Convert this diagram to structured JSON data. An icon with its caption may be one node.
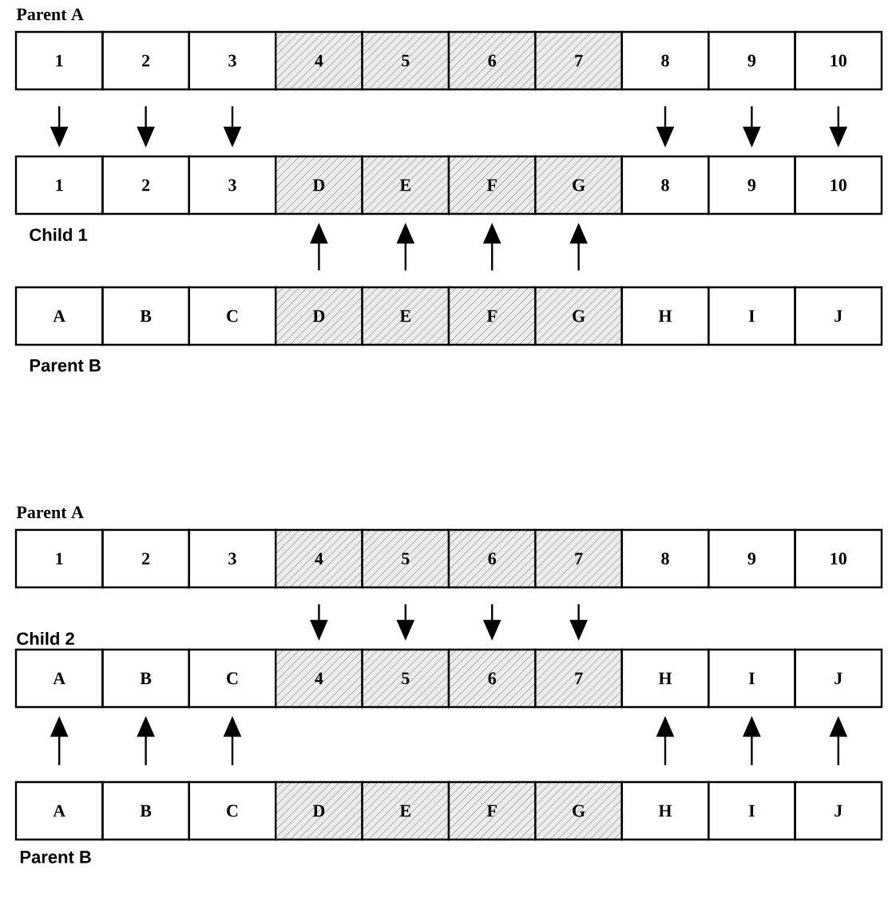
{
  "diagram": {
    "nodes": [
      {
        "text": [
          "1"
        ]
      },
      {
        "text": [
          "2"
        ]
      },
      {
        "text": [
          "3"
        ]
      },
      {
        "text": [
          "4"
        ]
      },
      {
        "text": [
          "5"
        ]
      },
      {
        "text": [
          "6"
        ]
      },
      {
        "text": [
          "7"
        ]
      },
      {
        "text": [
          "8"
        ]
      },
      {
        "text": [
          "9"
        ]
      },
      {
        "text": [
          "10"
        ]
      },
      {
        "text": [
          "1"
        ]
      },
      {
        "text": [
          "2"
        ]
      },
      {
        "text": [
          "3"
        ]
      },
      {
        "text": [
          "D"
        ]
      },
      {
        "text": [
          "E"
        ]
      },
      {
        "text": [
          "F"
        ]
      },
      {
        "text": [
          "G"
        ]
      },
      {
        "text": [
          "8"
        ]
      },
      {
        "text": [
          "9"
        ]
      },
      {
        "text": [
          "10"
        ]
      },
      {
        "text": [
          "A"
        ]
      },
      {
        "text": [
          "B"
        ]
      },
      {
        "text": [
          "C"
        ]
      },
      {
        "text": [
          "D"
        ]
      },
      {
        "text": [
          "E"
        ]
      },
      {
        "text": [
          "F"
        ]
      },
      {
        "text": [
          "G"
        ]
      },
      {
        "text": [
          "H"
        ]
      },
      {
        "text": [
          "I"
        ]
      },
      {
        "text": [
          "J"
        ]
      },
      {
        "text": [
          "1"
        ]
      },
      {
        "text": [
          "2"
        ]
      },
      {
        "text": [
          "3"
        ]
      },
      {
        "text": [
          "4"
        ]
      },
      {
        "text": [
          "5"
        ]
      },
      {
        "text": [
          "6"
        ]
      },
      {
        "text": [
          "7"
        ]
      },
      {
        "text": [
          "8"
        ]
      },
      {
        "text": [
          "9"
        ]
      },
      {
        "text": [
          "10"
        ]
      },
      {
        "text": [
          "A"
        ]
      },
      {
        "text": [
          "B"
        ]
      },
      {
        "text": [
          "C"
        ]
      },
      {
        "text": [
          "4"
        ]
      },
      {
        "text": [
          "5"
        ]
      },
      {
        "text": [
          "6"
        ]
      },
      {
        "text": [
          "7"
        ]
      },
      {
        "text": [
          "H"
        ]
      },
      {
        "text": [
          "I"
        ]
      },
      {
        "text": [
          "J"
        ]
      },
      {
        "text": [
          "A"
        ]
      },
      {
        "text": [
          "B"
        ]
      },
      {
        "text": [
          "C"
        ]
      },
      {
        "text": [
          "D"
        ]
      },
      {
        "text": [
          "E"
        ]
      },
      {
        "text": [
          "F"
        ]
      },
      {
        "text": [
          "G"
        ]
      },
      {
        "text": [
          "H"
        ]
      },
      {
        "text": [
          "I"
        ]
      },
      {
        "text": [
          "J"
        ]
      }
    ],
    "edges": [
      {
        "from": 0,
        "to": 10,
        "arrow": "to"
      },
      {
        "from": 1,
        "to": 11,
        "arrow": "to"
      },
      {
        "from": 2,
        "to": 12,
        "arrow": "to"
      },
      {
        "from": 7,
        "to": 17,
        "arrow": "to"
      },
      {
        "from": 8,
        "to": 18,
        "arrow": "to"
      },
      {
        "from": 9,
        "to": 19,
        "arrow": "to"
      },
      {
        "from": 23,
        "to": 13,
        "arrow": "to"
      },
      {
        "from": 24,
        "to": 14,
        "arrow": "to"
      },
      {
        "from": 25,
        "to": 15,
        "arrow": "to"
      },
      {
        "from": 26,
        "to": 16,
        "arrow": "to"
      },
      {
        "from": 33,
        "to": 43,
        "arrow": "to"
      },
      {
        "from": 34,
        "to": 44,
        "arrow": "to"
      },
      {
        "from": 35,
        "to": 45,
        "arrow": "to"
      },
      {
        "from": 36,
        "to": 46,
        "arrow": "to"
      },
      {
        "from": 50,
        "to": 40,
        "arrow": "to"
      },
      {
        "from": 51,
        "to": 41,
        "arrow": "to"
      },
      {
        "from": 52,
        "to": 42,
        "arrow": "to"
      },
      {
        "from": 57,
        "to": 47,
        "arrow": "to"
      },
      {
        "from": 58,
        "to": 48,
        "arrow": "to"
      },
      {
        "from": 59,
        "to": 49,
        "arrow": "to"
      }
    ],
    "labels": [
      "Parent A",
      "Child 1",
      "Parent B",
      "Parent A",
      "Child 2",
      "Parent B"
    ]
  }
}
